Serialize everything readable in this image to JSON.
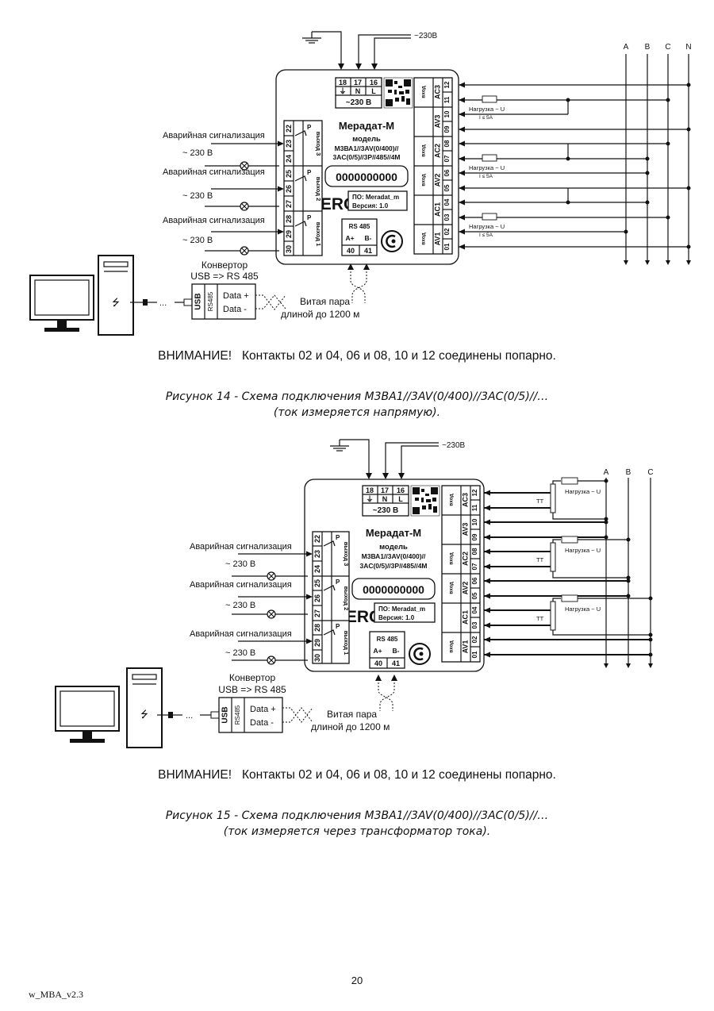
{
  "diagrams": [
    {
      "device": {
        "name": "Мерадат-М",
        "model_label": "модель",
        "model_line1": "М3ВА1//3AV(0/400)//",
        "model_line2": "3AC(0/5)//3P//485//4M",
        "serial": "0000000000",
        "software": "ПО: Meradat_m",
        "version": "Версия: 1.0",
        "eac": "ERC",
        "power_terminals": [
          "18",
          "17",
          "16"
        ],
        "power_symbols": [
          "⏚",
          "N",
          "L"
        ],
        "power_voltage": "~230 В",
        "rs485_title": "RS 485",
        "rs485_pins": [
          "A+",
          "B-"
        ],
        "rs485_terms": [
          "40",
          "41"
        ],
        "relay_contact": "P",
        "outputs": [
          {
            "label": "выход 3",
            "terms": [
              "22",
              "23",
              "24"
            ]
          },
          {
            "label": "выход 2",
            "terms": [
              "25",
              "26",
              "27"
            ]
          },
          {
            "label": "выход 1",
            "terms": [
              "28",
              "29",
              "30"
            ]
          }
        ],
        "inputs": [
          {
            "kind": "вход",
            "name": "AC3",
            "terms": [
              "12",
              "11"
            ]
          },
          {
            "kind": "",
            "name": "AV3",
            "terms": [
              "10",
              "09"
            ]
          },
          {
            "kind": "вход",
            "name": "AC2",
            "terms": [
              "08",
              "07"
            ]
          },
          {
            "kind": "вход",
            "name": "AV2",
            "terms": [
              "06",
              "05"
            ]
          },
          {
            "kind": "",
            "name": "AC1",
            "terms": [
              "04",
              "03"
            ]
          },
          {
            "kind": "вход",
            "name": "AV1",
            "terms": [
              "02",
              "01"
            ]
          }
        ]
      },
      "supply_label": "~230В",
      "phases": [
        "A",
        "B",
        "C",
        "N"
      ],
      "alarm_label": "Аварийная сигнализация",
      "alarm_voltage": "~ 230 В",
      "load_label": "Нагрузка ~ U",
      "load_current": "I ≤ 5A",
      "converter_title_1": "Конвертор",
      "converter_title_2": "USB => RS 485",
      "converter_usb": "USB",
      "converter_rs": "RS485",
      "converter_data_plus": "Data +",
      "converter_data_minus": "Data -",
      "twisted_1": "Витая пара",
      "twisted_2": "длиной до 1200 м",
      "attention": "ВНИМАНИЕ!   Контакты 02 и 04, 06 и 08, 10 и 12 соединены попарно.",
      "caption_1": "Рисунок 14 - Схема подключения М3ВА1//3AV(0/400)//3AC(0/5)//…",
      "caption_2": "(ток измеряется напрямую)."
    },
    {
      "device": {
        "name": "Мерадат-М",
        "model_label": "модель",
        "model_line1": "М3ВА1//3AV(0/400)//",
        "model_line2": "3AC(0/5)//3P//485//4M",
        "serial": "0000000000",
        "software": "ПО: Meradat_m",
        "version": "Версия: 1.0",
        "eac": "ERC",
        "power_terminals": [
          "18",
          "17",
          "16"
        ],
        "power_symbols": [
          "⏚",
          "N",
          "L"
        ],
        "power_voltage": "~230 В",
        "rs485_title": "RS 485",
        "rs485_pins": [
          "A+",
          "B-"
        ],
        "rs485_terms": [
          "40",
          "41"
        ],
        "relay_contact": "P",
        "outputs": [
          {
            "label": "выход 3",
            "terms": [
              "22",
              "23",
              "24"
            ]
          },
          {
            "label": "выход 2",
            "terms": [
              "25",
              "26",
              "27"
            ]
          },
          {
            "label": "выход 1",
            "terms": [
              "28",
              "29",
              "30"
            ]
          }
        ],
        "inputs": [
          {
            "kind": "вход",
            "name": "AC3",
            "terms": [
              "12",
              "11"
            ]
          },
          {
            "kind": "",
            "name": "AV3",
            "terms": [
              "10",
              "09"
            ]
          },
          {
            "kind": "вход",
            "name": "AC2",
            "terms": [
              "08",
              "07"
            ]
          },
          {
            "kind": "вход",
            "name": "AV2",
            "terms": [
              "06",
              "05"
            ]
          },
          {
            "kind": "",
            "name": "AC1",
            "terms": [
              "04",
              "03"
            ]
          },
          {
            "kind": "вход",
            "name": "AV1",
            "terms": [
              "02",
              "01"
            ]
          }
        ]
      },
      "supply_label": "~230В",
      "phases": [
        "A",
        "B",
        "C"
      ],
      "alarm_label": "Аварийная сигнализация",
      "alarm_voltage": "~ 230 В",
      "load_label": "Нагрузка ~ U",
      "ct_label": "ТТ",
      "converter_title_1": "Конвертор",
      "converter_title_2": "USB => RS 485",
      "converter_usb": "USB",
      "converter_rs": "RS485",
      "converter_data_plus": "Data +",
      "converter_data_minus": "Data -",
      "twisted_1": "Витая пара",
      "twisted_2": "длиной до 1200 м",
      "attention": "ВНИМАНИЕ!   Контакты 02 и 04, 06 и 08, 10 и 12 соединены попарно.",
      "caption_1": "Рисунок 15 - Схема подключения М3ВА1//3AV(0/400)//3AC(0/5)//…",
      "caption_2": "(ток измеряется через трансформатор тока)."
    }
  ],
  "page_number": "20",
  "footer": "w_MBA_v2.3"
}
